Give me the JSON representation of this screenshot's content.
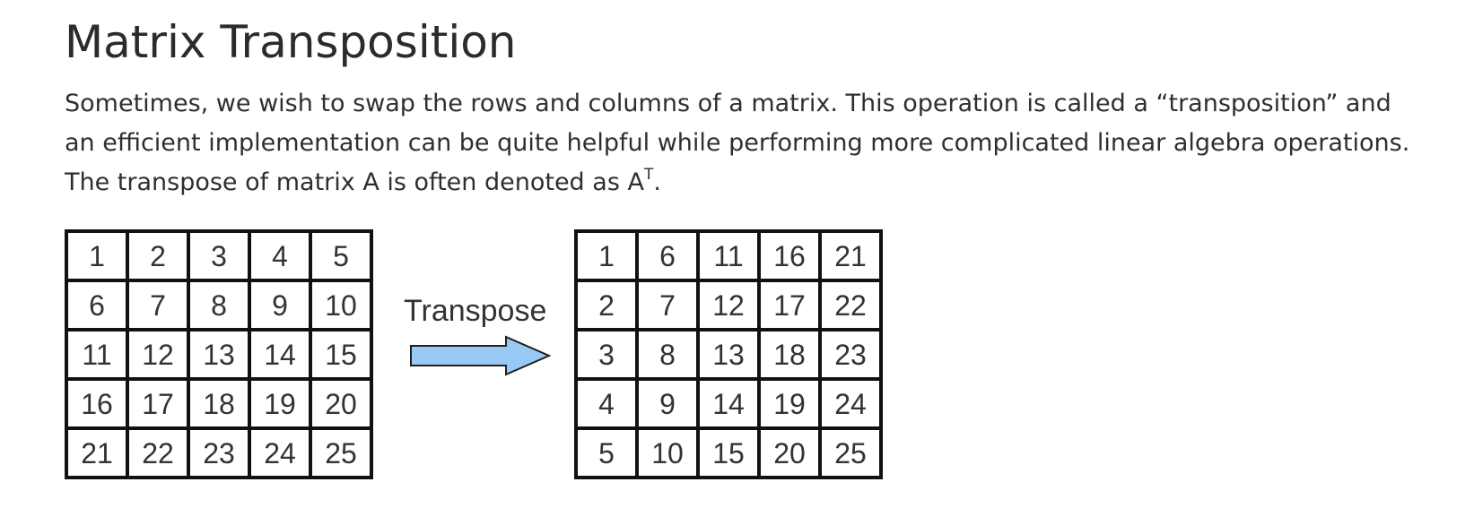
{
  "page": {
    "title": "Matrix Transposition",
    "paragraph_main": "Sometimes, we wish to swap the rows and columns of a matrix. This operation is called a “transposition” and an efficient implementation can be quite helpful while performing more complicated linear algebra operations. The transpose of matrix A is often denoted as A",
    "paragraph_sup": "T",
    "paragraph_end": "."
  },
  "figure": {
    "transpose_label": "Transpose",
    "arrow_color": "#99c9f5",
    "matrix_a": [
      [
        "1",
        "2",
        "3",
        "4",
        "5"
      ],
      [
        "6",
        "7",
        "8",
        "9",
        "10"
      ],
      [
        "11",
        "12",
        "13",
        "14",
        "15"
      ],
      [
        "16",
        "17",
        "18",
        "19",
        "20"
      ],
      [
        "21",
        "22",
        "23",
        "24",
        "25"
      ]
    ],
    "matrix_b": [
      [
        "1",
        "6",
        "11",
        "16",
        "21"
      ],
      [
        "2",
        "7",
        "12",
        "17",
        "22"
      ],
      [
        "3",
        "8",
        "13",
        "18",
        "23"
      ],
      [
        "4",
        "9",
        "14",
        "19",
        "24"
      ],
      [
        "5",
        "10",
        "15",
        "20",
        "25"
      ]
    ]
  }
}
